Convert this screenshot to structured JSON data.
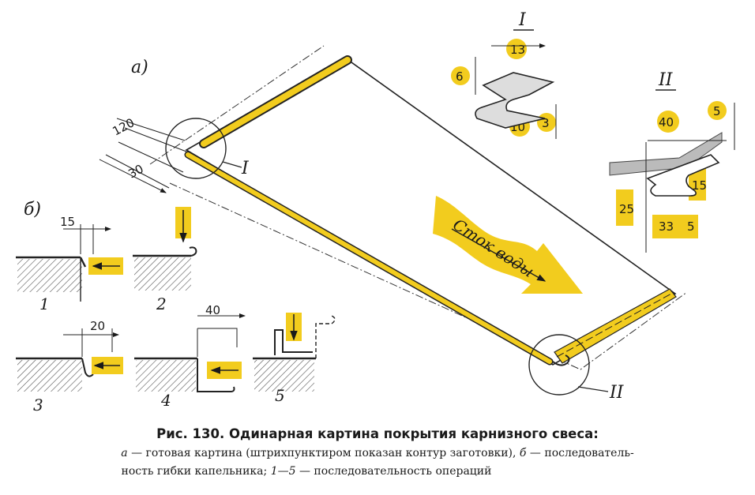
{
  "labels": {
    "part_a": "а)",
    "part_b": "б)",
    "detail_I": "I",
    "detail_II": "II",
    "detail_I_callout": "I",
    "detail_II_callout": "II",
    "flow": "Сток воды",
    "step1": "1",
    "step2": "2",
    "step3": "3",
    "step4": "4",
    "step5": "5"
  },
  "dimensions": {
    "d120": "120",
    "d30": "30",
    "I_13": "13",
    "I_6": "6",
    "I_10": "10",
    "I_3": "3",
    "II_40": "40",
    "II_5top": "5",
    "II_25": "25",
    "II_15": "15",
    "II_33": "33",
    "II_5": "5",
    "b_15": "15",
    "b_20": "20",
    "b_40": "40"
  },
  "caption": {
    "title": "Рис. 130. Одинарная картина покрытия карнизного свеса:",
    "a_letter": "а",
    "a_text": "— готовая картина (штрихпунктиром показан контур заготовки),",
    "b_letter": "б",
    "b_text": "— последователь-",
    "line2_prefix": "ность гибки капельника;",
    "range": "1—5",
    "line2_suffix": "— последовательность операций"
  },
  "colors": {
    "highlight": "#f2cc1e",
    "ink": "#1a1a1a",
    "hatch": "#555555"
  }
}
